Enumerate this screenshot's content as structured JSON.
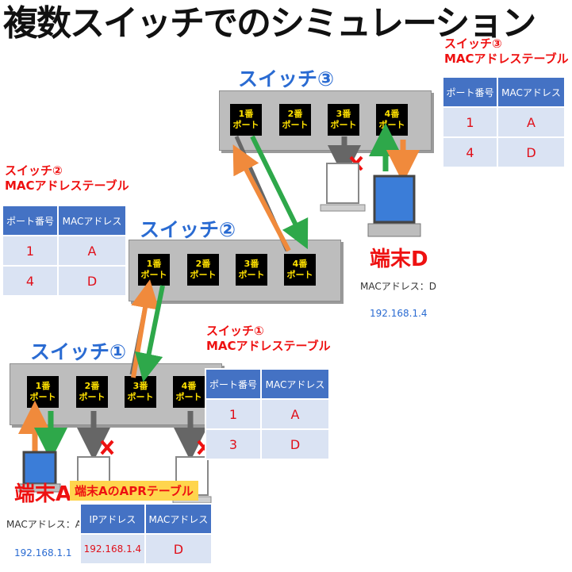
{
  "title": "複数スイッチでのシミュレーション",
  "colors": {
    "switch_label": "#2a6bd2",
    "table_header": "#4472c4",
    "table_cell": "#dae3f3",
    "red": "#ee1111",
    "port_text": "#ffe100",
    "arrow_orange": "#f08a3c",
    "arrow_green": "#2ea84a",
    "arrow_gray": "#666666"
  },
  "switch3": {
    "label": "スイッチ③",
    "ports": [
      {
        "n": "1番",
        "p": "ポート"
      },
      {
        "n": "2番",
        "p": "ポート"
      },
      {
        "n": "3番",
        "p": "ポート"
      },
      {
        "n": "4番",
        "p": "ポート"
      }
    ]
  },
  "switch2": {
    "label": "スイッチ②",
    "ports": [
      {
        "n": "1番",
        "p": "ポート"
      },
      {
        "n": "2番",
        "p": "ポート"
      },
      {
        "n": "3番",
        "p": "ポート"
      },
      {
        "n": "4番",
        "p": "ポート"
      }
    ]
  },
  "switch1": {
    "label": "スイッチ①",
    "ports": [
      {
        "n": "1番",
        "p": "ポート"
      },
      {
        "n": "2番",
        "p": "ポート"
      },
      {
        "n": "3番",
        "p": "ポート"
      },
      {
        "n": "4番",
        "p": "ポート"
      }
    ]
  },
  "table3": {
    "title_line1": "スイッチ③",
    "title_line2": "MACアドレステーブル",
    "headers": [
      "ポート番号",
      "MACアドレス"
    ],
    "rows": [
      [
        "1",
        "A"
      ],
      [
        "4",
        "D"
      ]
    ]
  },
  "table2": {
    "title_line1": "スイッチ②",
    "title_line2": "MACアドレステーブル",
    "headers": [
      "ポート番号",
      "MACアドレス"
    ],
    "rows": [
      [
        "1",
        "A"
      ],
      [
        "4",
        "D"
      ]
    ]
  },
  "table1": {
    "title_line1": "スイッチ①",
    "title_line2": "MACアドレステーブル",
    "headers": [
      "ポート番号",
      "MACアドレス"
    ],
    "rows": [
      [
        "1",
        "A"
      ],
      [
        "3",
        "D"
      ]
    ]
  },
  "terminal_d": {
    "label": "端末D",
    "mac": "MACアドレス：D",
    "ip": "192.168.1.4"
  },
  "terminal_a": {
    "label": "端末A",
    "mac": "MACアドレス：A",
    "ip": "192.168.1.1"
  },
  "apr_table": {
    "title": "端末AのAPRテーブル",
    "headers": [
      "IPアドレス",
      "MACアドレス"
    ],
    "rows": [
      [
        "192.168.1.4",
        "D"
      ]
    ]
  },
  "icons": {
    "blocked": "x-mark-icon",
    "pc": "laptop-icon"
  }
}
